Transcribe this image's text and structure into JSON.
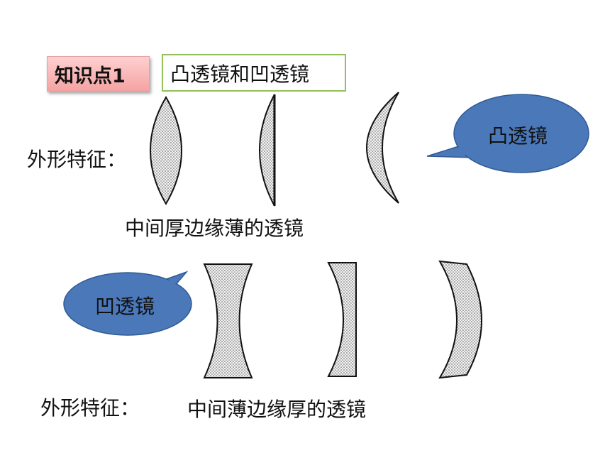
{
  "header": {
    "tag_label": "知识点1",
    "title": "凸透镜和凹透镜"
  },
  "convex": {
    "feature_label": "外形特征：",
    "description": "中间厚边缘薄的透镜",
    "bubble_label": "凸透镜"
  },
  "concave": {
    "feature_label": "外形特征：",
    "description": "中间薄边缘厚的透镜",
    "bubble_label": "凹透镜"
  },
  "colors": {
    "bubble_fill": "#4a78b8",
    "bubble_stroke": "#2f5a96",
    "tag_fill": "#f4a3a3",
    "title_border": "#93c25a"
  }
}
